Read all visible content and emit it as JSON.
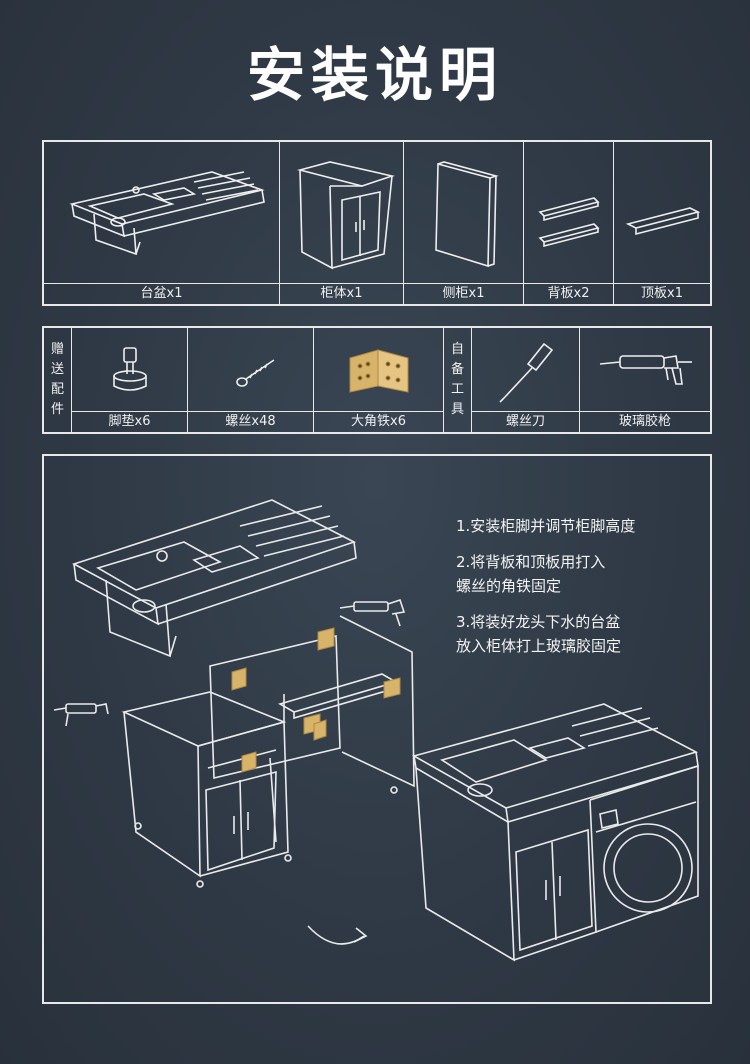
{
  "title": "安装说明",
  "parts": [
    {
      "label": "台盆x1",
      "icon": "basin-icon"
    },
    {
      "label": "柜体x1",
      "icon": "cabinet-frame-icon"
    },
    {
      "label": "侧柜x1",
      "icon": "side-panel-icon"
    },
    {
      "label": "背板x2",
      "icon": "back-board-icon"
    },
    {
      "label": "顶板x1",
      "icon": "top-board-icon"
    }
  ],
  "accessories": {
    "gift_label": [
      "赠",
      "送",
      "配",
      "件"
    ],
    "self_label": [
      "自",
      "备",
      "工",
      "具"
    ],
    "gift_items": [
      {
        "label": "脚垫x6",
        "icon": "foot-pad-icon"
      },
      {
        "label": "螺丝x48",
        "icon": "screw-icon"
      },
      {
        "label": "大角铁x6",
        "icon": "angle-iron-icon"
      }
    ],
    "tool_items": [
      {
        "label": "螺丝刀",
        "icon": "screwdriver-icon"
      },
      {
        "label": "玻璃胶枪",
        "icon": "glue-gun-icon"
      }
    ]
  },
  "steps": [
    [
      "1.安装柜脚并调节柜脚高度"
    ],
    [
      "2.将背板和顶板用打入",
      "螺丝的角铁固定"
    ],
    [
      "3.将装好龙头下水的台盆",
      "放入柜体打上玻璃胶固定"
    ]
  ],
  "colors": {
    "background": "#2f3945",
    "line": "#e8e8e8",
    "bracket": "#d8b36a"
  }
}
